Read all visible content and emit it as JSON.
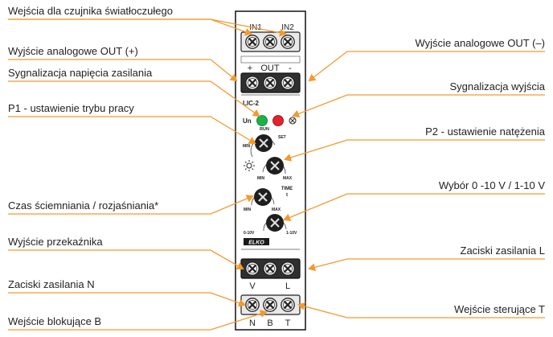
{
  "labels": {
    "in_sensor": "Wejścia dla czujnika światłoczułego",
    "out_plus": "Wyjście analogowe OUT (+)",
    "supply_signal": "Sygnalizacja napięcia zasilania",
    "p1_mode": "P1 - ustawienie trybu pracy",
    "dimming_time": "Czas ściemniania / rozjaśniania*",
    "relay_output": "Wyjście przekaźnika",
    "supply_n": "Zaciski zasilania N",
    "blocking_b": "Wejście blokujące B",
    "out_minus": "Wyjście analogowe OUT (–)",
    "output_signal": "Sygnalizacja wyjścia",
    "p2_intensity": "P2 - ustawienie natężenia",
    "range_select": "Wybór 0 -10 V / 1-10 V",
    "supply_l": "Zaciski zasilania L",
    "control_t": "Wejście sterujące T"
  },
  "device": {
    "model": "LIC-2",
    "in1": "IN1",
    "in2": "IN2",
    "out_plus_sign": "+",
    "out_text": "OUT",
    "out_minus_sign": "-",
    "un": "Un",
    "run": "RUN",
    "min": "MIN",
    "set": "SET",
    "max": "MAX",
    "time": "TIME",
    "t": "t",
    "v010": "0-10V",
    "v110": "1-10V",
    "brand": "ELKO",
    "term_v": "V",
    "term_l": "L",
    "term_n": "N",
    "term_b": "B",
    "term_t": "T"
  },
  "colors": {
    "leader": "#f39a2e",
    "led_green": "#19b34a",
    "led_red": "#e8202a",
    "body": "#ffffff",
    "terminal_dark": "#3a3a3a"
  },
  "icons": {
    "sun": "sun-icon",
    "lamp": "lamp-icon",
    "screw": "screw-terminal-icon"
  }
}
